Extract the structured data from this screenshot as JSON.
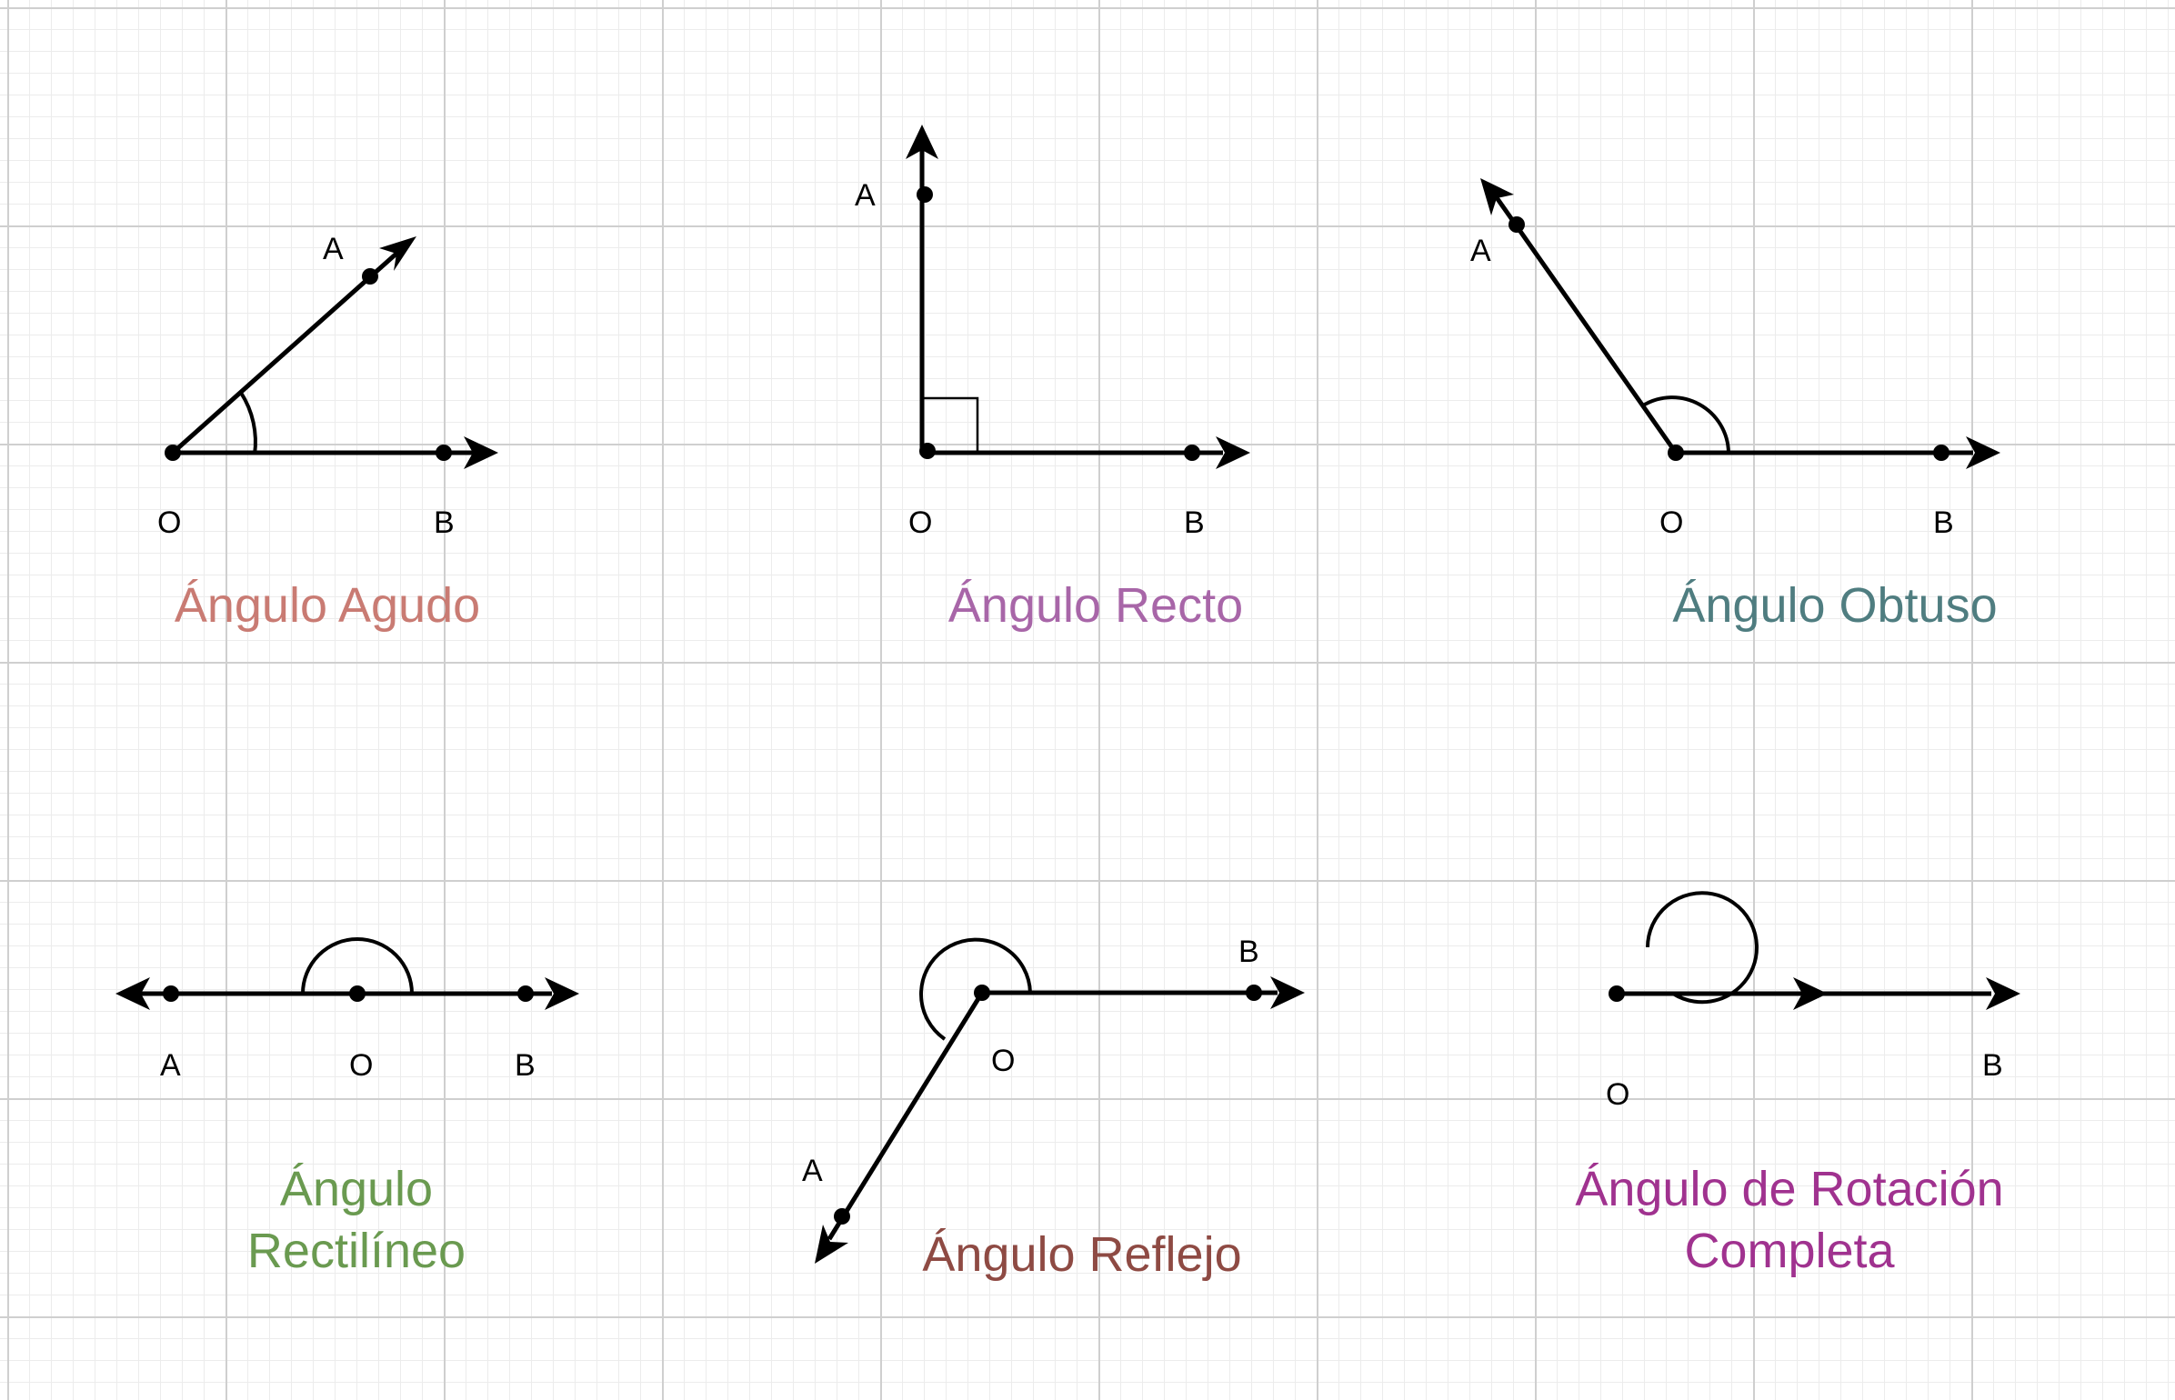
{
  "figures": {
    "acute": {
      "title_lines": [
        "Ángulo Agudo"
      ],
      "color": "#c97b73",
      "label_o": "O",
      "label_a": "A",
      "label_b": "B"
    },
    "right": {
      "title_lines": [
        "Ángulo Recto"
      ],
      "color": "#a866a8",
      "label_o": "O",
      "label_a": "A",
      "label_b": "B"
    },
    "obtuse": {
      "title_lines": [
        "Ángulo Obtuso"
      ],
      "color": "#4f7d80",
      "label_o": "O",
      "label_a": "A",
      "label_b": "B"
    },
    "straight": {
      "title_lines": [
        "Ángulo",
        "Rectilíneo"
      ],
      "color": "#6a9a50",
      "label_o": "O",
      "label_a": "A",
      "label_b": "B"
    },
    "reflex": {
      "title_lines": [
        "Ángulo Reflejo"
      ],
      "color": "#8e4a43",
      "label_o": "O",
      "label_a": "A",
      "label_b": "B"
    },
    "full": {
      "title_lines": [
        "Ángulo de Rotación",
        "Completa"
      ],
      "color": "#a0328f",
      "label_o": "O",
      "label_b": "B"
    }
  }
}
